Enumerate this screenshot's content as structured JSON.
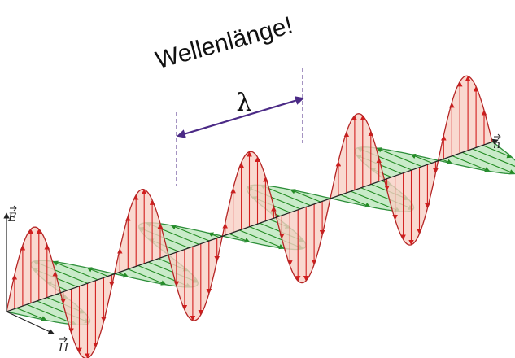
{
  "title": "Wellenlänge!",
  "lambda_symbol": "λ",
  "axes": {
    "e_label": "E",
    "h_label": "H",
    "n_label": "n"
  },
  "colors": {
    "e_fill": "#f7cfc4",
    "e_stroke": "#b52424",
    "e_arrow": "#d21e1e",
    "h_fill": "#bfe8bf",
    "h_stroke": "#2d8f3a",
    "h_arrow": "#228b22",
    "lambda_arrow": "#4b2a86",
    "axis": "#222222"
  },
  "wave": {
    "cycles_shown": 4.5
  }
}
